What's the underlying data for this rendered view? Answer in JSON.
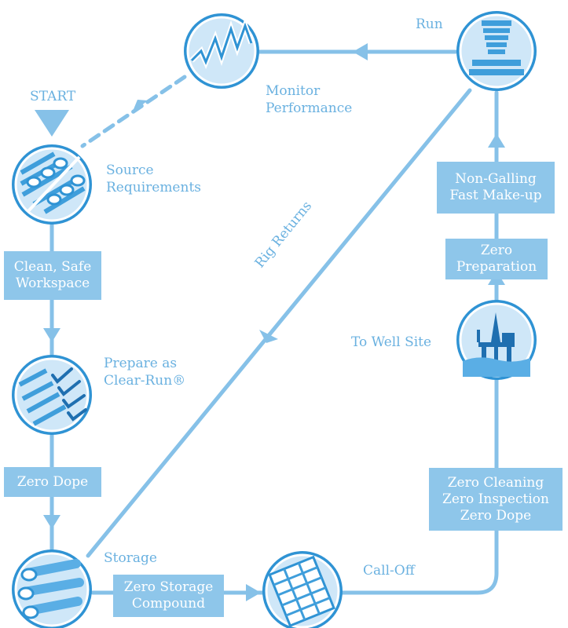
{
  "colors": {
    "accent": "#86c1e8",
    "dark": "#2f93d4",
    "box_fill": "#8ec6ea",
    "text": "#6ab1e0"
  },
  "start_label": "START",
  "nodes": {
    "source": {
      "icon": "pipes-diagonal-icon",
      "label": [
        "Source",
        "Requirements"
      ]
    },
    "prepare": {
      "icon": "checklist-icon",
      "label": [
        "Prepare as",
        "Clear-Run®"
      ]
    },
    "storage": {
      "icon": "stored-pipes-icon",
      "label": [
        "Storage"
      ]
    },
    "calloff": {
      "icon": "form-document-icon",
      "label": [
        "Call-Off"
      ]
    },
    "wellsite": {
      "icon": "offshore-rig-icon",
      "label": [
        "To Well Site"
      ]
    },
    "run": {
      "icon": "threaded-connector-icon",
      "label": [
        "Run"
      ]
    },
    "monitor": {
      "icon": "performance-graph-icon",
      "label": [
        "Monitor",
        "Performance"
      ]
    }
  },
  "boxes": {
    "clean": [
      "Clean, Safe",
      "Workspace"
    ],
    "zero_dope": [
      "Zero Dope"
    ],
    "zero_storage": [
      "Zero Storage",
      "Compound"
    ],
    "zero_cleaning": [
      "Zero Cleaning",
      "Zero Inspection",
      "Zero Dope"
    ],
    "zero_prep": [
      "Zero",
      "Preparation"
    ],
    "non_galling": [
      "Non-Galling",
      "Fast Make-up"
    ]
  },
  "rig_returns_label": "Rig Returns"
}
